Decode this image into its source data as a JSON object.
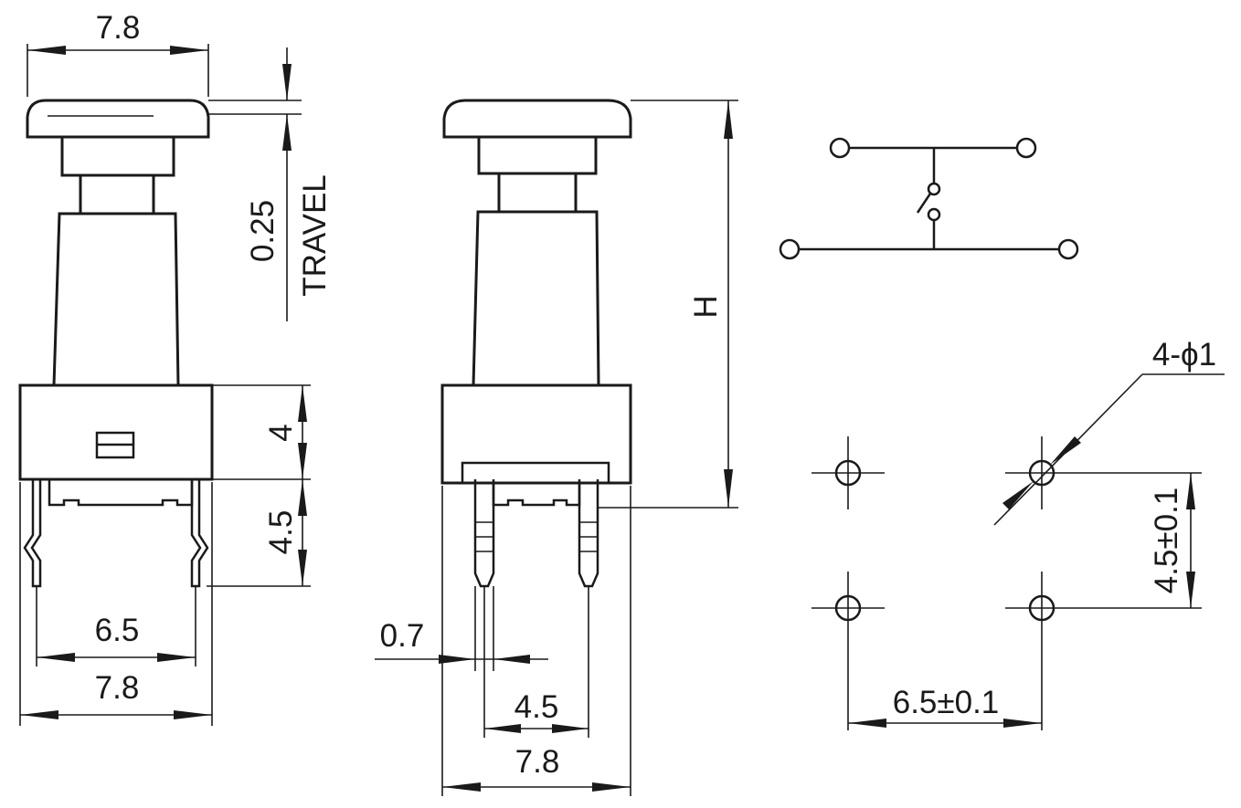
{
  "side_view": {
    "top_width": "7.8",
    "travel_value": "0.25",
    "travel_word": "TRAVEL",
    "base_height": "4",
    "pin_height": "4.5",
    "pin_pitch": "6.5",
    "base_width": "7.8"
  },
  "front_view": {
    "height": "H",
    "pin_thickness": "0.7",
    "pin_pitch": "4.5",
    "base_width": "7.8"
  },
  "footprint": {
    "hole_callout": "4-ϕ1",
    "vertical_pitch": "4.5±0.1",
    "horizontal_pitch": "6.5±0.1"
  }
}
